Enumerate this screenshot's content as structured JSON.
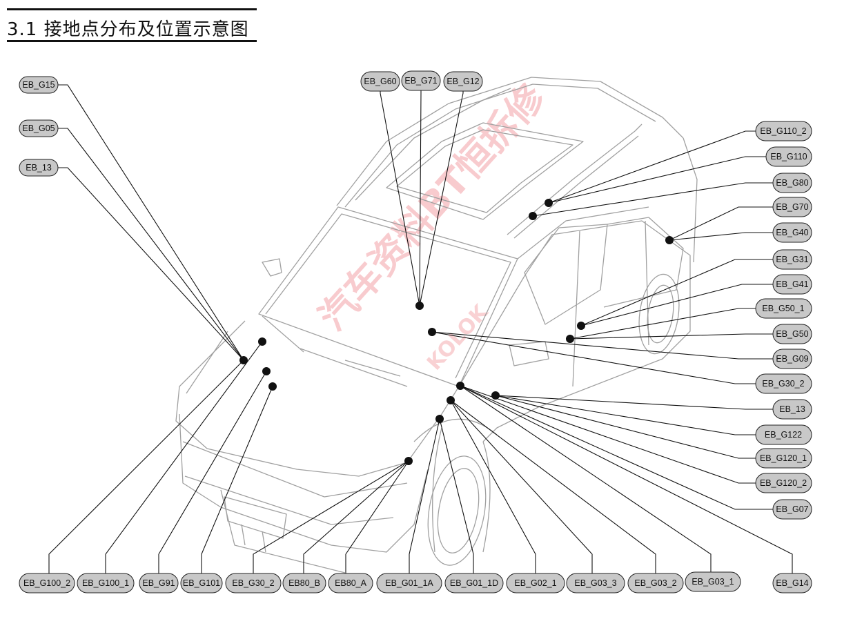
{
  "title": "3.1 接地点分布及位置示意图",
  "watermark": "汽车资料BT恒拆修",
  "watermark_sub": "KOLOK",
  "labels": [
    {
      "id": "EB_G15",
      "text": "EB_G15"
    },
    {
      "id": "EB_G05",
      "text": "EB_G05"
    },
    {
      "id": "EB_13_left",
      "text": "EB_13"
    },
    {
      "id": "EB_G60",
      "text": "EB_G60"
    },
    {
      "id": "EB_G71",
      "text": "EB_G71"
    },
    {
      "id": "EB_G12",
      "text": "EB_G12"
    },
    {
      "id": "EB_G110_2",
      "text": "EB_G110_2"
    },
    {
      "id": "EB_G110",
      "text": "EB_G110"
    },
    {
      "id": "EB_G80",
      "text": "EB_G80"
    },
    {
      "id": "EB_G70",
      "text": "EB_G70"
    },
    {
      "id": "EB_G40",
      "text": "EB_G40"
    },
    {
      "id": "EB_G31",
      "text": "EB_G31"
    },
    {
      "id": "EB_G41",
      "text": "EB_G41"
    },
    {
      "id": "EB_G50_1",
      "text": "EB_G50_1"
    },
    {
      "id": "EB_G50",
      "text": "EB_G50"
    },
    {
      "id": "EB_G09",
      "text": "EB_G09"
    },
    {
      "id": "EB_G30_2_right",
      "text": "EB_G30_2"
    },
    {
      "id": "EB_13_right",
      "text": "EB_13"
    },
    {
      "id": "EB_G122",
      "text": "EB_G122"
    },
    {
      "id": "EB_G120_1",
      "text": "EB_G120_1"
    },
    {
      "id": "EB_G120_2",
      "text": "EB_G120_2"
    },
    {
      "id": "EB_G07",
      "text": "EB_G07"
    },
    {
      "id": "EB_G14",
      "text": "EB_G14"
    },
    {
      "id": "EB_G100_2",
      "text": "EB_G100_2"
    },
    {
      "id": "EB_G100_1",
      "text": "EB_G100_1"
    },
    {
      "id": "EB_G91",
      "text": "EB_G91"
    },
    {
      "id": "EB_G101",
      "text": "EB_G101"
    },
    {
      "id": "EB_G30_2_bottom",
      "text": "EB_G30_2"
    },
    {
      "id": "EB80_B",
      "text": "EB80_B"
    },
    {
      "id": "EB80_A",
      "text": "EB80_A"
    },
    {
      "id": "EB_G01_1A",
      "text": "EB_G01_1A"
    },
    {
      "id": "EB_G01_1D",
      "text": "EB_G01_1D"
    },
    {
      "id": "EB_G02_1",
      "text": "EB_G02_1"
    },
    {
      "id": "EB_G03_3",
      "text": "EB_G03_3"
    },
    {
      "id": "EB_G03_2",
      "text": "EB_G03_2"
    },
    {
      "id": "EB_G03_1",
      "text": "EB_G03_1"
    }
  ],
  "colors": {
    "label_fill": "#c8c8c8",
    "label_stroke": "#222222",
    "line": "#111111",
    "dot": "#111111",
    "car_outline": "#9a9a9a"
  }
}
